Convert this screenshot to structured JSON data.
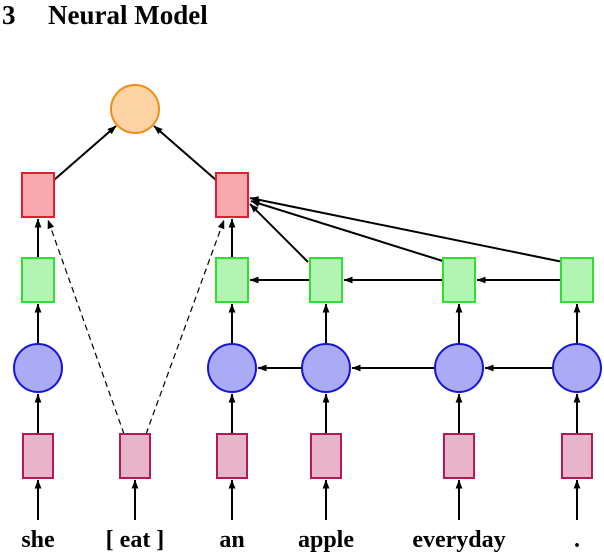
{
  "section": {
    "number": "3",
    "title": "Neural Model"
  },
  "words": [
    {
      "text": "she",
      "in_bracket": false
    },
    {
      "text": "[ eat ]",
      "in_bracket": true
    },
    {
      "text": "an",
      "in_bracket": false
    },
    {
      "text": "apple",
      "in_bracket": false
    },
    {
      "text": "everyday",
      "in_bracket": false
    },
    {
      "text": ".",
      "in_bracket": false
    }
  ],
  "colors": {
    "embedding_fill": "#e8b4c8",
    "embedding_stroke": "#b01a5a",
    "rnn_fill": "#aaaaf5",
    "rnn_stroke": "#1515d8",
    "hidden_fill": "#b2f5b2",
    "hidden_stroke": "#33dd33",
    "combine_fill": "#f9a9ad",
    "combine_stroke": "#dd1f2e",
    "output_fill": "#fdd3a4",
    "output_stroke": "#f28a17",
    "edge": "#000000"
  },
  "diagram": {
    "description_nodes": [
      "embedding",
      "rnn",
      "hidden",
      "combine",
      "output"
    ]
  }
}
